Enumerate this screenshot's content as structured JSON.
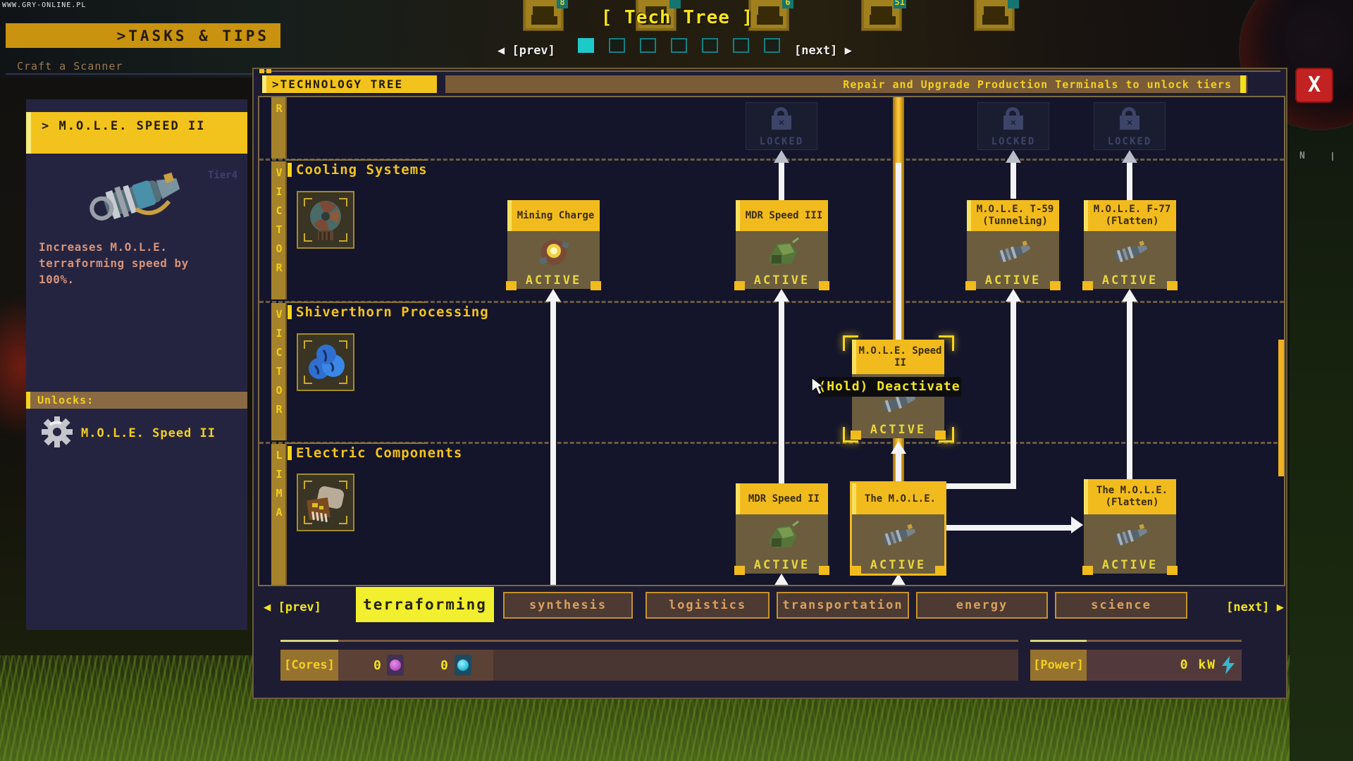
{
  "watermark": "WWW.GRY-ONLINE.PL",
  "hud": {
    "title": "[ Tech Tree ]",
    "prev": "[prev]",
    "next": "[next]",
    "compass": "N",
    "hotbar": [
      {
        "badge": "8"
      },
      {
        "badge": ""
      },
      {
        "badge": "6"
      },
      {
        "badge": "51"
      },
      {
        "badge": ""
      }
    ]
  },
  "sidebar": {
    "header": ">TASKS & TIPS",
    "task": "Craft a Scanner",
    "selected_title": "> M.O.L.E. SPEED II",
    "tier": "Tier4",
    "description": "Increases M.O.L.E. terraforming speed by 100%.",
    "unlocks_label": "Unlocks:",
    "unlock_item": "M.O.L.E. Speed II"
  },
  "window": {
    "header": ">TECHNOLOGY TREE",
    "hint": "Repair and Upgrade Production Terminals to unlock tiers",
    "close": "X"
  },
  "tree": {
    "rows": [
      {
        "letters": "R",
        "title": ""
      },
      {
        "letters": "VICTOR",
        "title": "Cooling Systems"
      },
      {
        "letters": "VICTOR",
        "title": "Shiverthorn Processing"
      },
      {
        "letters": "LIMA",
        "title": "Electric Components"
      }
    ],
    "locked_label": "LOCKED",
    "nodes": [
      {
        "title": "Mining Charge",
        "status": "ACTIVE"
      },
      {
        "title": "MDR Speed III",
        "status": "ACTIVE"
      },
      {
        "title": "M.O.L.E. T-59 (Tunneling)",
        "status": "ACTIVE"
      },
      {
        "title": "M.O.L.E. F-77 (Flatten)",
        "status": "ACTIVE"
      },
      {
        "title": "M.O.L.E. Speed II",
        "status": "ACTIVE",
        "tooltip": "(Hold) Deactivate"
      },
      {
        "title": "MDR Speed II",
        "status": "ACTIVE"
      },
      {
        "title": "The M.O.L.E.",
        "status": "ACTIVE"
      },
      {
        "title": "The M.O.L.E. (Flatten)",
        "status": "ACTIVE"
      }
    ]
  },
  "tabs": {
    "prev": "[prev]",
    "next": "[next]",
    "active": "terraforming",
    "items": [
      {
        "label": "terraforming"
      },
      {
        "label": "synthesis"
      },
      {
        "label": "logistics"
      },
      {
        "label": "transportation"
      },
      {
        "label": "energy"
      },
      {
        "label": "science"
      }
    ]
  },
  "status": {
    "cores_label": "[Cores]",
    "core_purple_count": "0",
    "core_cyan_count": "0",
    "power_label": "[Power]",
    "power_value": "0 kW"
  },
  "colors": {
    "accent_yellow": "#f2c31c",
    "bright_yellow": "#f2e41e",
    "tab_active": "#f2ef2e",
    "node_body": "#6b5d3e",
    "locked_blue": "#3d4468",
    "close_red": "#c32222",
    "core_purple": "#c054c8",
    "core_cyan": "#2fc4e4"
  }
}
